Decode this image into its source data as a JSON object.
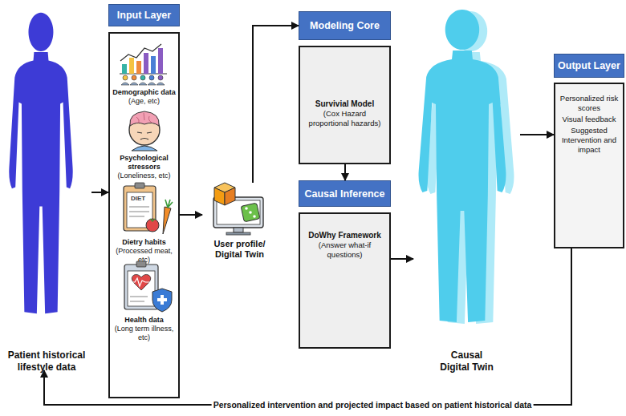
{
  "diagram": {
    "nodes": [
      {
        "text": [
          "Patient historical lifestyle data"
        ]
      },
      {
        "text": [
          "Input Layer"
        ]
      },
      {
        "text": [
          "Demographic data",
          "(Age, etc)",
          "Psychological stressors",
          "(Loneliness, etc)",
          "Dietry habits",
          "(Processed meat, etc)",
          "Health data",
          "(Long term illness, etc)"
        ]
      },
      {
        "text": [
          "User profile/ Digital Twin"
        ]
      },
      {
        "text": [
          "Modeling Core"
        ]
      },
      {
        "text": [
          "Survivial Model",
          "(Cox Hazard proportional hazards)"
        ]
      },
      {
        "text": [
          "Causal Inference"
        ]
      },
      {
        "text": [
          "DoWhy Framework",
          "(Answer what-if questions)"
        ]
      },
      {
        "text": [
          "Causal Digital Twin"
        ]
      },
      {
        "text": [
          "Output Layer"
        ]
      },
      {
        "text": [
          "Personalized risk scores",
          "Visual feedback",
          "Suggested Intervention and impact"
        ]
      }
    ],
    "edges": [
      {
        "from": 0,
        "to": 2,
        "arrow": "to"
      },
      {
        "from": 2,
        "to": 3,
        "arrow": "to"
      },
      {
        "from": 3,
        "to": 4,
        "arrow": "to"
      },
      {
        "from": 5,
        "to": 6,
        "arrow": "to"
      },
      {
        "from": 7,
        "to": 8,
        "arrow": "to"
      },
      {
        "from": 8,
        "to": 10,
        "arrow": "to"
      },
      {
        "from": 10,
        "to": 0,
        "arrow": "to",
        "label": "Personalized intervention and projected impact based on patient historical data"
      }
    ],
    "labels": [
      "DIET"
    ]
  }
}
